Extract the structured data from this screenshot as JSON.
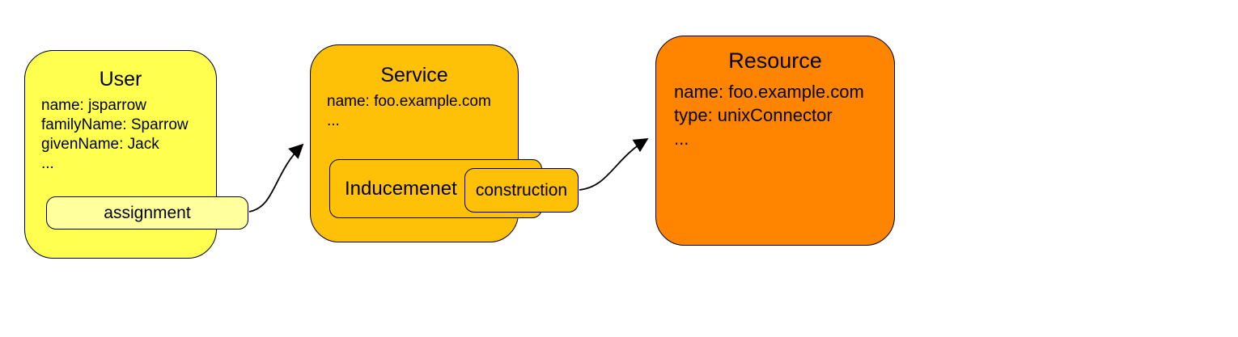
{
  "diagram": {
    "user": {
      "title": "User",
      "lines": [
        "name: jsparrow",
        "familyName: Sparrow",
        "givenName: Jack",
        "..."
      ],
      "badge": "assignment"
    },
    "service": {
      "title": "Service",
      "lines": [
        "name: foo.example.com",
        "..."
      ],
      "inner_badge": "Inducemenet",
      "overlay_badge": "construction"
    },
    "resource": {
      "title": "Resource",
      "lines": [
        "name: foo.example.com",
        "type: unixConnector",
        "..."
      ]
    }
  },
  "colors": {
    "user-fill": "#ffff4f",
    "assignment-fill": "#ffff9e",
    "service-fill": "#ffc008",
    "resource-fill": "#ff8500",
    "border": "#000000",
    "arrow": "#000000"
  }
}
